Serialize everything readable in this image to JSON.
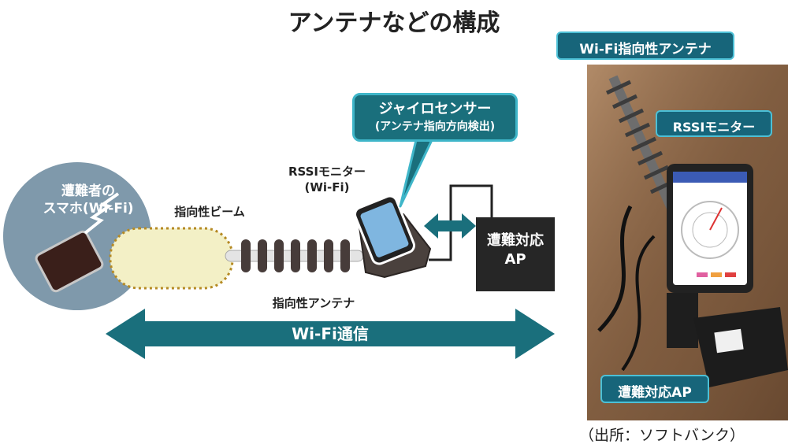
{
  "title": "アンテナなどの構成",
  "victim": {
    "line1": "遭難者の",
    "line2": "スマホ(Wi-Fi)"
  },
  "beam_label": "指向性ビーム",
  "rssi_label": {
    "line1": "RSSIモニター",
    "line2": "(Wi-Fi)"
  },
  "gyro_callout": {
    "line1": "ジャイロセンサー",
    "line2": "(アンテナ指向方向検出)"
  },
  "ap_box": {
    "line1": "遭難対応",
    "line2": "AP"
  },
  "antenna_label": "指向性アンテナ",
  "wifi_arrow_label": "Wi-Fi通信",
  "photo_callouts": {
    "antenna": "Wi-Fi指向性アンテナ",
    "rssi": "RSSIモニター",
    "ap": "遭難対応AP"
  },
  "source": "（出所：ソフトバンク）",
  "colors": {
    "teal_dark": "#1a6f7c",
    "teal_light": "#3fb6c9",
    "victim_circle": "#7f99ab",
    "beam_fill": "#f3f0c6",
    "beam_border": "#b58a24",
    "antenna_dark": "#473c3a",
    "ap_box": "#262626"
  }
}
